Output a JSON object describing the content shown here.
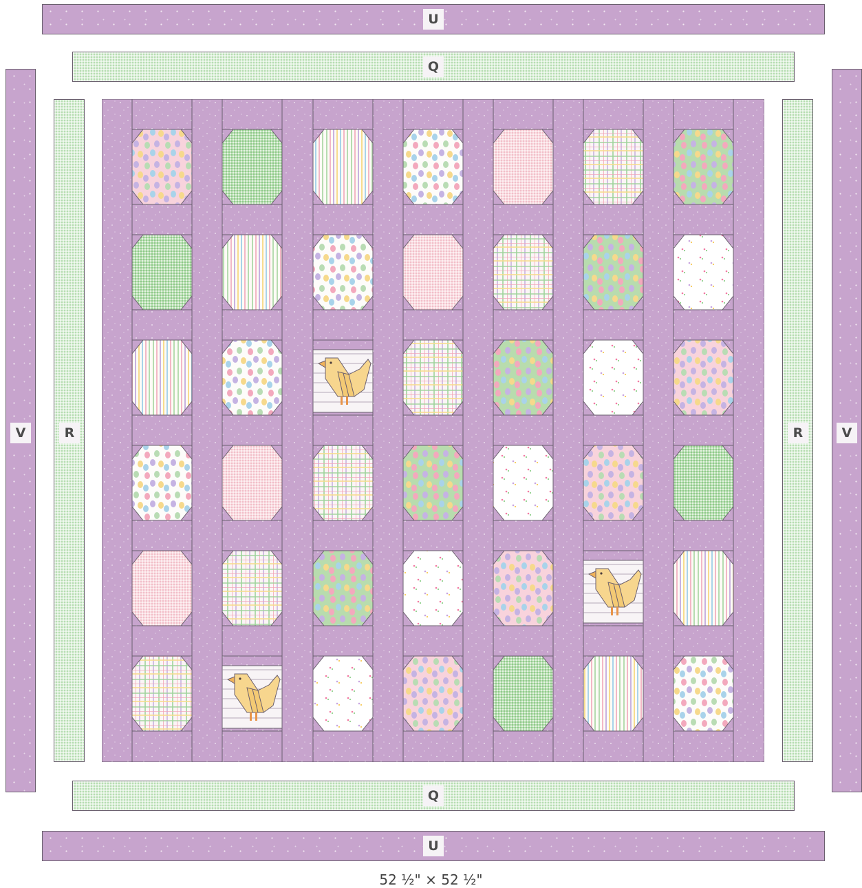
{
  "labels": {
    "top_border": "U",
    "top_inner_border": "Q",
    "left_border": "V",
    "left_inner_border": "R",
    "right_inner_border": "R",
    "right_border": "V",
    "bottom_inner_border": "Q",
    "bottom_border": "U"
  },
  "dimensions": "52 ½\" × 52 ½\"",
  "colors": {
    "sashing_purple": "#c7a4cd",
    "gingham_green": "#b6ddb1",
    "pink_check": "#f7d3da",
    "chick_yellow": "#f7d68e",
    "outline": "#6a5f6e"
  },
  "grid": {
    "columns": 7,
    "rows": 6,
    "blocks": [
      [
        "eggs-pink",
        "green",
        "stripe",
        "eggs-white",
        "pink",
        "plaid",
        "eggs-green"
      ],
      [
        "green",
        "stripe",
        "eggs-white",
        "pink",
        "plaid",
        "eggs-green",
        "bunny-white"
      ],
      [
        "stripe",
        "eggs-white",
        "chick",
        "plaid",
        "eggs-green",
        "bunny-white",
        "eggs-pink"
      ],
      [
        "eggs-white",
        "pink",
        "plaid",
        "eggs-green",
        "bunny-white",
        "eggs-pink",
        "green"
      ],
      [
        "pink",
        "plaid",
        "eggs-green",
        "bunny-white",
        "eggs-pink",
        "chick",
        "stripe"
      ],
      [
        "plaid",
        "chick",
        "bunny-white",
        "eggs-pink",
        "green",
        "stripe",
        "eggs-white"
      ]
    ]
  }
}
